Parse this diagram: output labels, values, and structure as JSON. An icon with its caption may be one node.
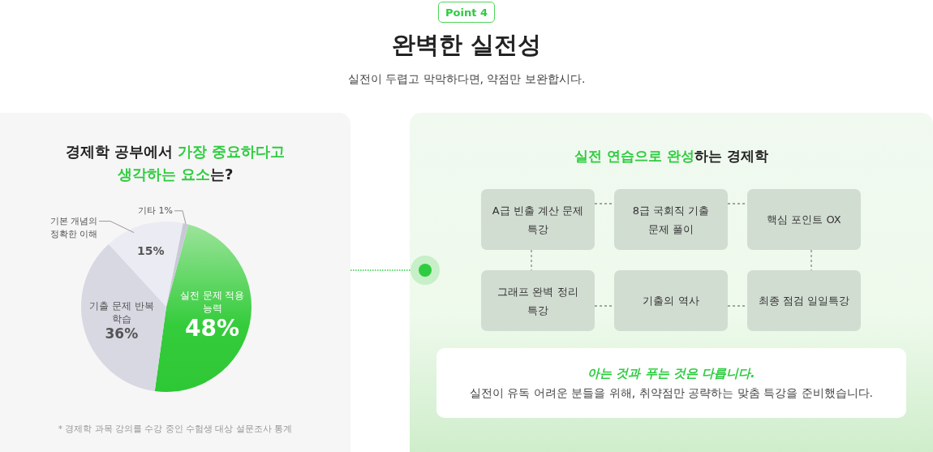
{
  "diagram": {
    "title": "완벽한 실전성",
    "nodes": [
      {
        "text": [
          "Point 4"
        ]
      },
      {
        "text": [
          "경제학 공부에서 **가장 중요하다고 생각하는 요소**는?"
        ]
      },
      {
        "text": [
          "**실전 연습으로 완성**하는 경제학"
        ]
      },
      {
        "text": [
          "A급 빈출 계산 문제 특강"
        ],
        "in": 2
      },
      {
        "text": [
          "8급 국회직 기출 문제 풀이"
        ],
        "in": 2
      },
      {
        "text": [
          "핵심 포인트 OX"
        ],
        "in": 2
      },
      {
        "text": [
          "그래프 완벽 정리 특강"
        ],
        "in": 2
      },
      {
        "text": [
          "기출의 역사"
        ],
        "in": 2
      },
      {
        "text": [
          "최종 점검 일일특강"
        ],
        "in": 2
      },
      {
        "text": [
          "아는 것과 푸는 것은 다릅니다.",
          "실전이 유독 어려운 분들을 위해, 취약점만 공략하는 맞춤 특강을 준비했습니다."
        ],
        "in": 2
      },
      {
        "text": [],
        "shape": "circle",
        "in": 2
      }
    ],
    "edges": [
      {
        "from": 1,
        "to": 10,
        "arrow": "none",
        "style": "dashed",
        "color": "#2ecc40"
      },
      {
        "from": 3,
        "to": 4,
        "arrow": "none",
        "style": "dashed"
      },
      {
        "from": 4,
        "to": 5,
        "arrow": "none",
        "style": "dashed"
      },
      {
        "from": 3,
        "to": 6,
        "arrow": "none",
        "style": "dashed"
      },
      {
        "from": 5,
        "to": 8,
        "arrow": "none",
        "style": "dashed"
      },
      {
        "from": 6,
        "to": 7,
        "arrow": "none",
        "style": "dashed"
      },
      {
        "from": 7,
        "to": 8,
        "arrow": "none",
        "style": "dashed"
      }
    ],
    "labels": [
      "실전이 두렵고 막막하다면, 약점만 보완합시다.",
      "* 경제학 과목 강의를 수강 중인 수험생 대상 설문조사 통계"
    ],
    "chart_data": {
      "type": "pie",
      "categories": [
        "실전 문제 적용 능력",
        "기출 문제 반복 학습",
        "기본 개념의 정확한 이해",
        "기타"
      ],
      "values": [
        48,
        36,
        15,
        1
      ],
      "value_labels": [
        "48%",
        "36%",
        "15%",
        "1%"
      ]
    }
  }
}
